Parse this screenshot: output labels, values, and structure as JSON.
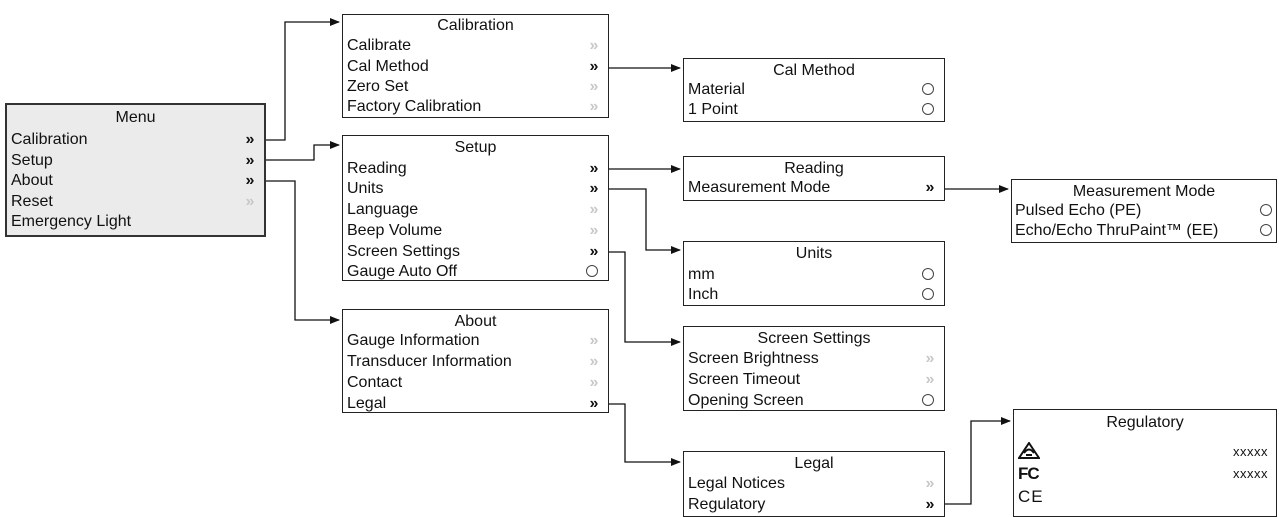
{
  "menu": {
    "title": "Menu",
    "items": [
      {
        "label": "Calibration",
        "indicator": "chevron"
      },
      {
        "label": "Setup",
        "indicator": "chevron"
      },
      {
        "label": "About",
        "indicator": "chevron"
      },
      {
        "label": "Reset",
        "indicator": "chevron-dim"
      },
      {
        "label": "Emergency Light",
        "indicator": ""
      }
    ]
  },
  "calibration": {
    "title": "Calibration",
    "items": [
      {
        "label": "Calibrate",
        "indicator": "chevron-dim"
      },
      {
        "label": "Cal Method",
        "indicator": "chevron"
      },
      {
        "label": "Zero Set",
        "indicator": "chevron-dim"
      },
      {
        "label": "Factory Calibration",
        "indicator": "chevron-dim"
      }
    ]
  },
  "cal_method": {
    "title": "Cal Method",
    "items": [
      {
        "label": "Material",
        "indicator": "radio"
      },
      {
        "label": "1 Point",
        "indicator": "radio"
      }
    ]
  },
  "setup": {
    "title": "Setup",
    "items": [
      {
        "label": "Reading",
        "indicator": "chevron"
      },
      {
        "label": "Units",
        "indicator": "chevron"
      },
      {
        "label": "Language",
        "indicator": "chevron-dim"
      },
      {
        "label": "Beep Volume",
        "indicator": "chevron-dim"
      },
      {
        "label": "Screen Settings",
        "indicator": "chevron"
      },
      {
        "label": "Gauge Auto Off",
        "indicator": "radio"
      }
    ]
  },
  "reading": {
    "title": "Reading",
    "items": [
      {
        "label": "Measurement Mode",
        "indicator": "chevron"
      }
    ]
  },
  "measurement_mode": {
    "title": "Measurement Mode",
    "items": [
      {
        "label": "Pulsed Echo (PE)",
        "indicator": "radio"
      },
      {
        "label": "Echo/Echo ThruPaint™ (EE)",
        "indicator": "radio"
      }
    ]
  },
  "units": {
    "title": "Units",
    "items": [
      {
        "label": "mm",
        "indicator": "radio"
      },
      {
        "label": "Inch",
        "indicator": "radio"
      }
    ]
  },
  "about": {
    "title": "About",
    "items": [
      {
        "label": "Gauge Information",
        "indicator": "chevron-dim"
      },
      {
        "label": "Transducer Information",
        "indicator": "chevron-dim"
      },
      {
        "label": "Contact",
        "indicator": "chevron-dim"
      },
      {
        "label": "Legal",
        "indicator": "chevron"
      }
    ]
  },
  "screen_settings": {
    "title": "Screen Settings",
    "items": [
      {
        "label": "Screen Brightness",
        "indicator": "chevron-dim"
      },
      {
        "label": "Screen Timeout",
        "indicator": "chevron-dim"
      },
      {
        "label": "Opening Screen",
        "indicator": "radio"
      }
    ]
  },
  "legal": {
    "title": "Legal",
    "items": [
      {
        "label": "Legal Notices",
        "indicator": "chevron-dim"
      },
      {
        "label": "Regulatory",
        "indicator": "chevron"
      }
    ]
  },
  "regulatory": {
    "title": "Regulatory",
    "rows": [
      {
        "icon": "rcm-mark-icon",
        "value": "xxxxx"
      },
      {
        "icon": "fcc-mark-icon",
        "value": "xxxxx"
      },
      {
        "icon": "ce-mark-icon",
        "value": ""
      }
    ],
    "fc_text": "FC",
    "ce_text": "CE"
  },
  "chevron_glyph": "»"
}
